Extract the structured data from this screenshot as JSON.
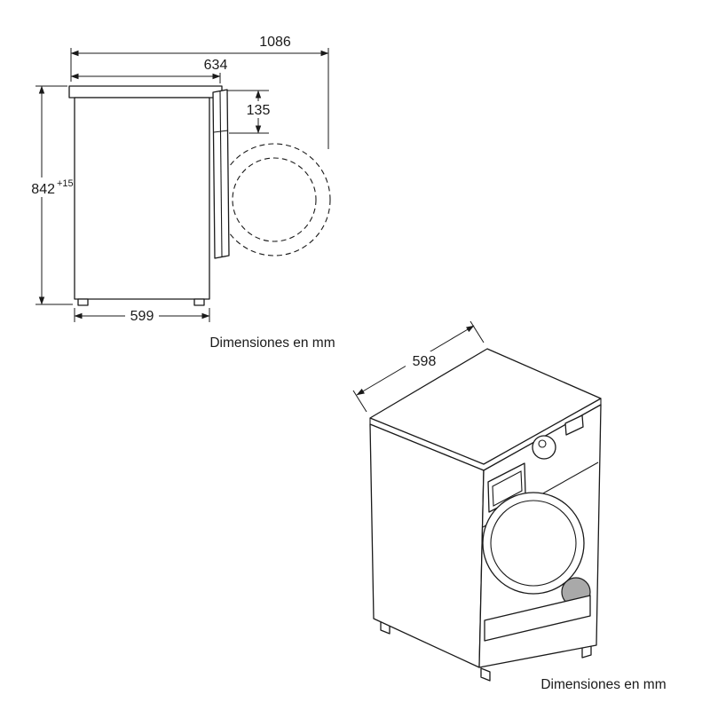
{
  "diagram": {
    "side_view": {
      "dim_total_depth": "1086",
      "dim_top_depth": "634",
      "dim_door_offset": "135",
      "dim_height": "842",
      "dim_height_tolerance": "+15",
      "dim_base_depth": "599",
      "caption": "Dimensiones en mm"
    },
    "front_view": {
      "dim_width": "598",
      "caption": "Dimensiones en mm"
    },
    "colors": {
      "line": "#1a1a1a",
      "background": "#ffffff",
      "filter_fill": "#a9a9a9"
    }
  }
}
